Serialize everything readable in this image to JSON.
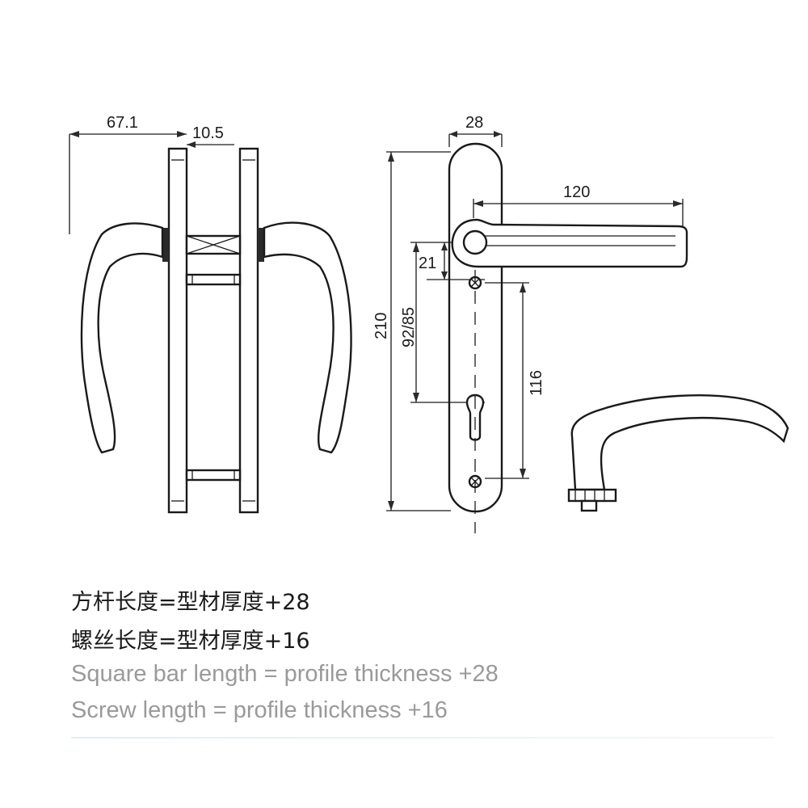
{
  "dimensions": {
    "left_view_width": "67.1",
    "plate_thickness": "10.5",
    "plate_width": "28",
    "lever_length": "120",
    "plate_length": "210",
    "spindle_offset": "21",
    "backset": "92/85",
    "screw_spacing": "116"
  },
  "captions": [
    "方杆长度=型材厚度+28",
    "螺丝长度=型材厚度+16",
    "Square bar length = profile thickness +28",
    "Screw length = profile thickness +16"
  ]
}
